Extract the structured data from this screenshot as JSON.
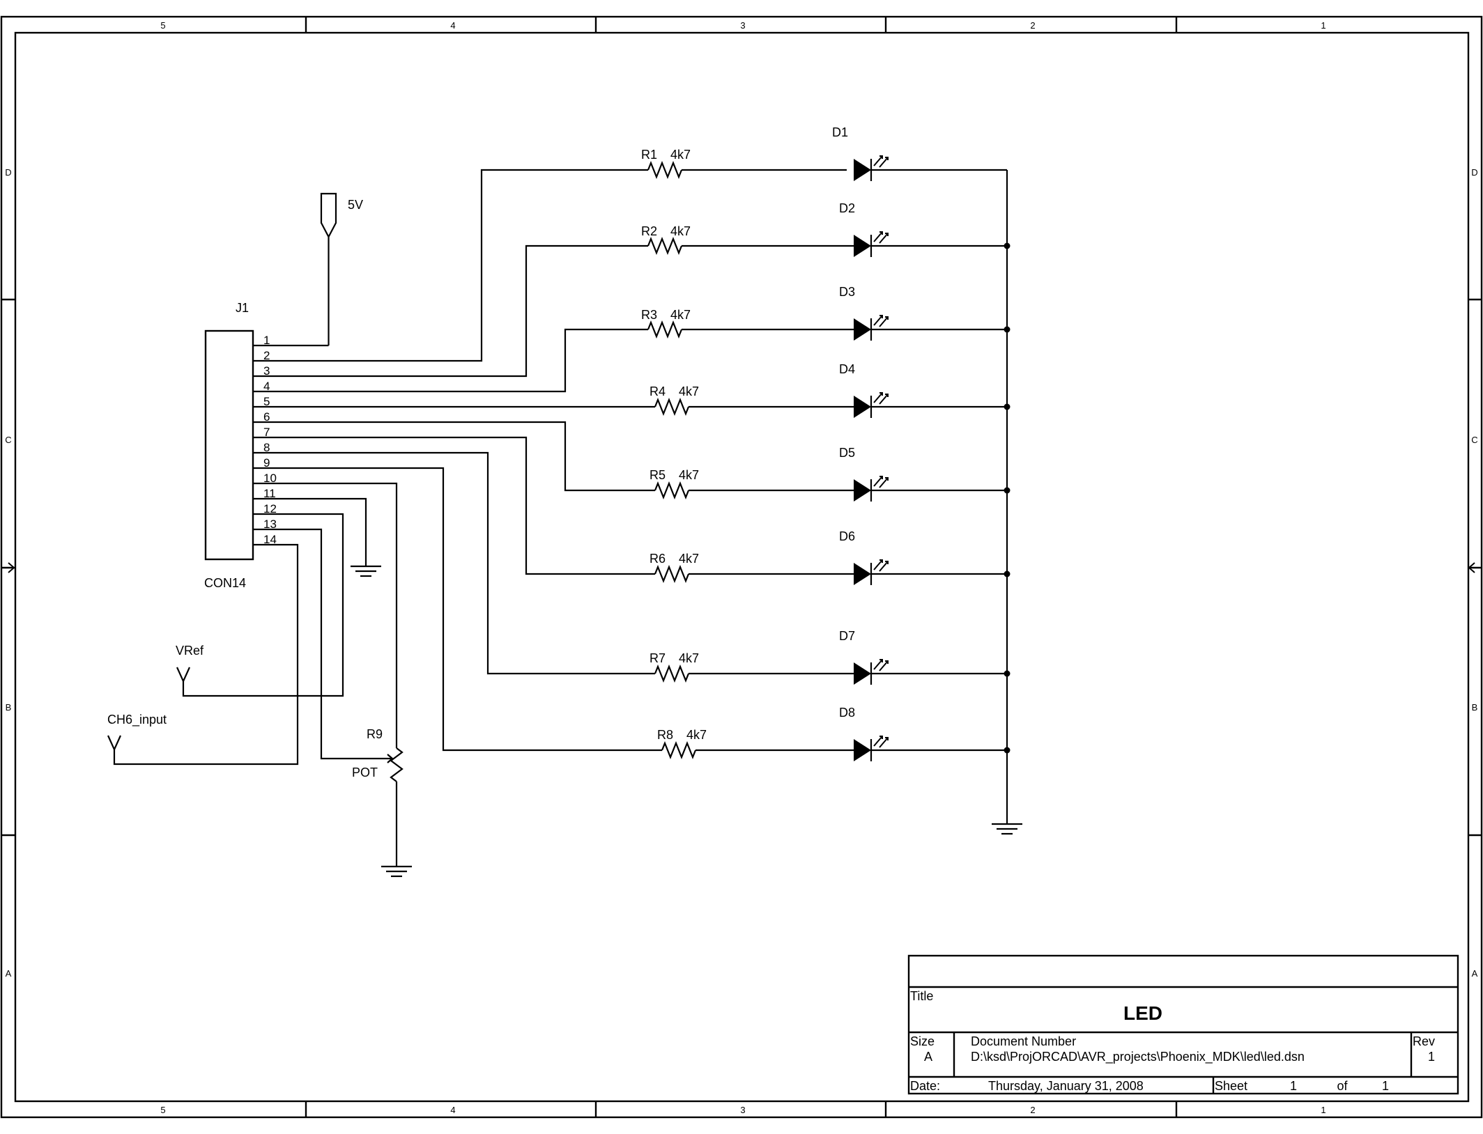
{
  "zones": {
    "columns": [
      "5",
      "4",
      "3",
      "2",
      "1"
    ],
    "rows": [
      "D",
      "C",
      "B",
      "A"
    ]
  },
  "connector": {
    "ref": "J1",
    "value": "CON14",
    "pins": [
      "1",
      "2",
      "3",
      "4",
      "5",
      "6",
      "7",
      "8",
      "9",
      "10",
      "11",
      "12",
      "13",
      "14"
    ]
  },
  "power": {
    "label": "5V"
  },
  "resistors": [
    {
      "ref": "R1",
      "value": "4k7"
    },
    {
      "ref": "R2",
      "value": "4k7"
    },
    {
      "ref": "R3",
      "value": "4k7"
    },
    {
      "ref": "R4",
      "value": "4k7"
    },
    {
      "ref": "R5",
      "value": "4k7"
    },
    {
      "ref": "R6",
      "value": "4k7"
    },
    {
      "ref": "R7",
      "value": "4k7"
    },
    {
      "ref": "R8",
      "value": "4k7"
    }
  ],
  "diodes": [
    "D1",
    "D2",
    "D3",
    "D4",
    "D5",
    "D6",
    "D7",
    "D8"
  ],
  "pot": {
    "ref": "R9",
    "value": "POT"
  },
  "ports": {
    "vref": "VRef",
    "ch6": "CH6_input"
  },
  "title_block": {
    "title_label": "Title",
    "title": "LED",
    "size_label": "Size",
    "size": "A",
    "docnum_label": "Document Number",
    "docnum": "D:\\ksd\\ProjORCAD\\AVR_projects\\Phoenix_MDK\\led\\led.dsn",
    "rev_label": "Rev",
    "rev": "1",
    "date_label": "Date:",
    "date": "Thursday, January 31, 2008",
    "sheet_label": "Sheet",
    "sheet": "1",
    "of_label": "of",
    "of": "1"
  }
}
